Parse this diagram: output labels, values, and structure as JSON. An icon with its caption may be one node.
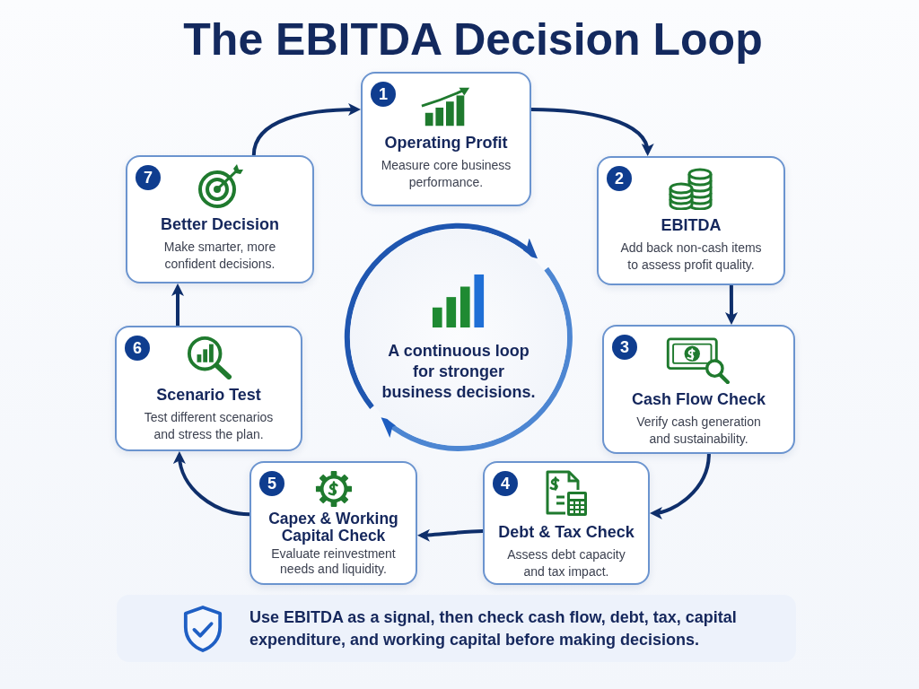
{
  "diagram": {
    "title": "The EBITDA Decision Loop",
    "nodes": [
      {
        "text": [
          "1",
          "Operating Profit",
          "Measure core business performance."
        ]
      },
      {
        "text": [
          "2",
          "EBITDA",
          "Add back non-cash items to assess profit quality."
        ]
      },
      {
        "text": [
          "3",
          "Cash Flow Check",
          "Verify cash generation and sustainability."
        ]
      },
      {
        "text": [
          "4",
          "Debt & Tax Check",
          "Assess debt capacity and tax impact."
        ]
      },
      {
        "text": [
          "5",
          "Capex & Working Capital Check",
          "Evaluate reinvestment needs and liquidity."
        ]
      },
      {
        "text": [
          "6",
          "Scenario Test",
          "Test different scenarios and stress the plan."
        ]
      },
      {
        "text": [
          "7",
          "Better Decision",
          "Make smarter, more confident decisions."
        ]
      },
      {
        "text": [
          "A continuous loop for stronger business decisions."
        ]
      },
      {
        "text": [
          "Use EBITDA as a signal, then check cash flow, debt, tax, capital expenditure, and working capital before making decisions."
        ]
      }
    ],
    "edges": [
      {
        "from": 6,
        "to": 0,
        "arrow": "to"
      },
      {
        "from": 0,
        "to": 1,
        "arrow": "to"
      },
      {
        "from": 1,
        "to": 2,
        "arrow": "to"
      },
      {
        "from": 2,
        "to": 3,
        "arrow": "to"
      },
      {
        "from": 3,
        "to": 4,
        "arrow": "to"
      },
      {
        "from": 4,
        "to": 5,
        "arrow": "to"
      },
      {
        "from": 5,
        "to": 6,
        "arrow": "to"
      }
    ]
  }
}
